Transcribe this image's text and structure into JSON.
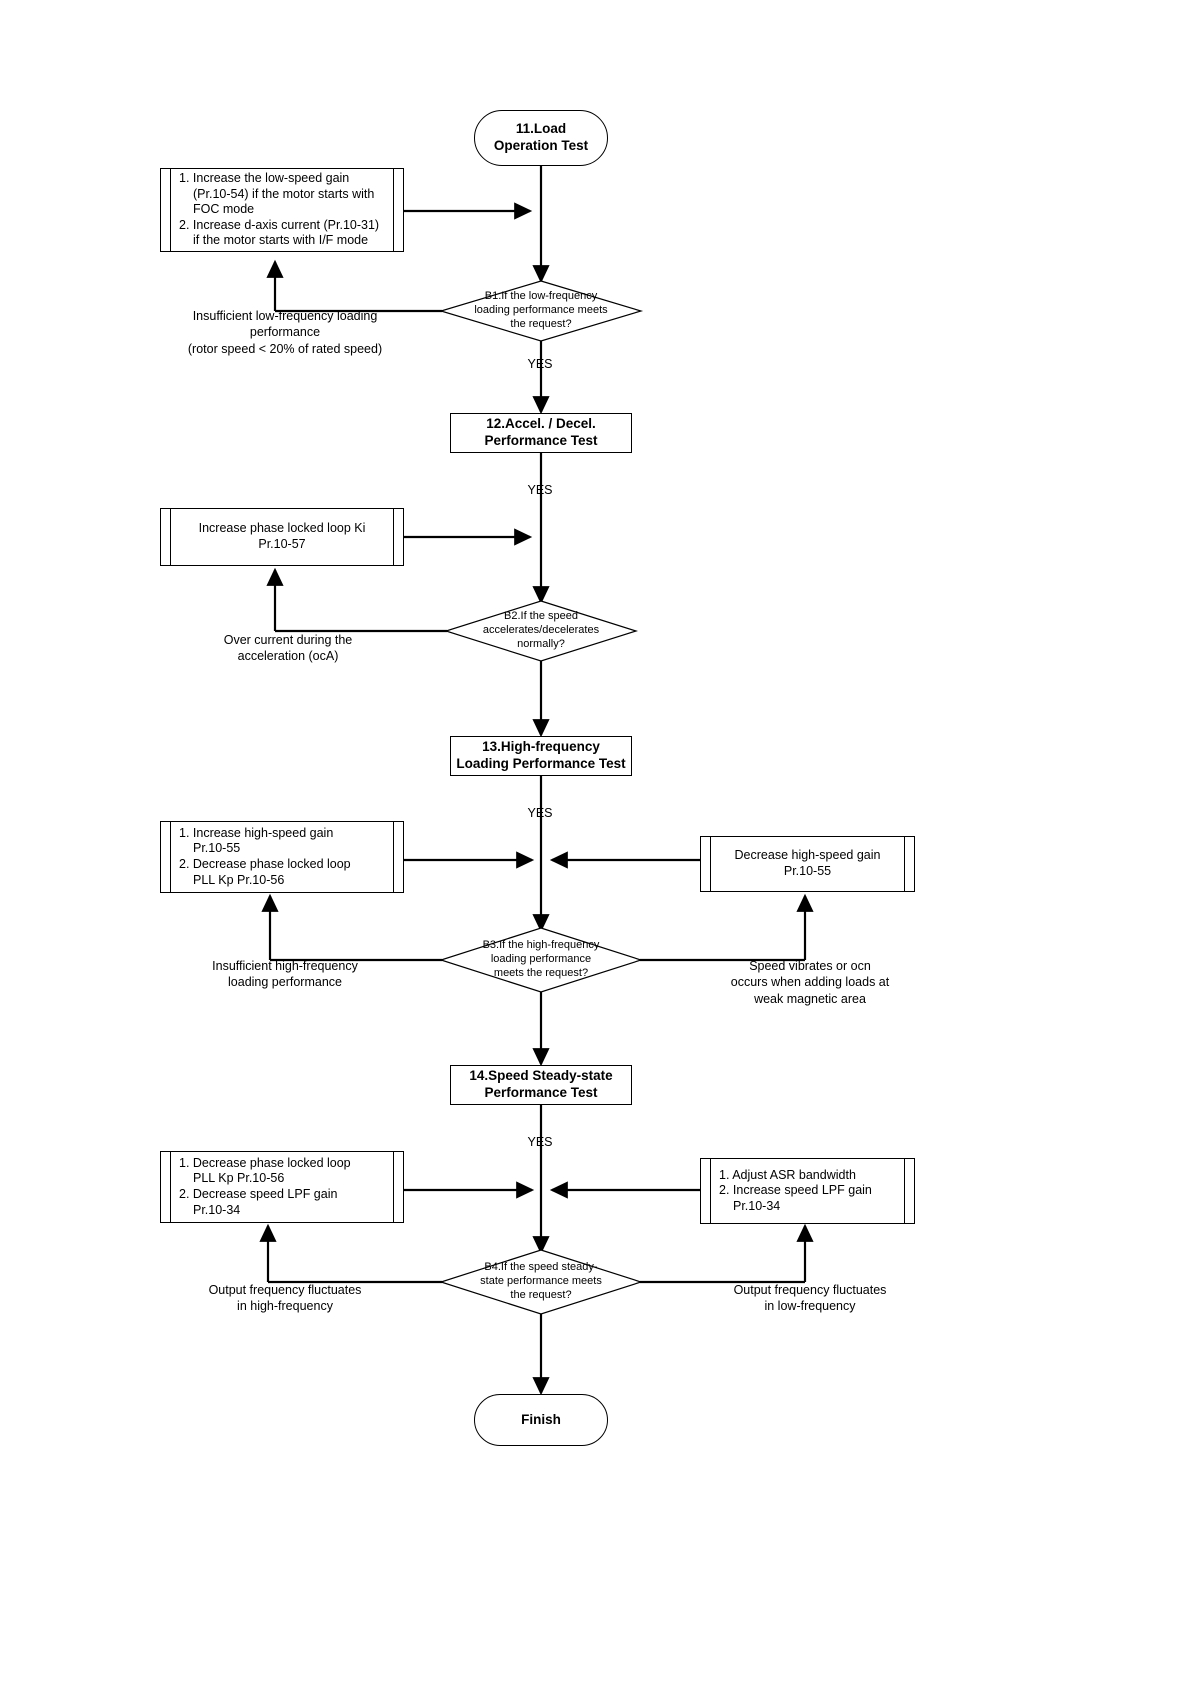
{
  "diagram": {
    "title": "Motor Tuning Flowchart (Load Operation to Finish)",
    "start_label": "11.Load\nOperation Test",
    "finish_label": "Finish"
  },
  "nodes": {
    "start": {
      "name": "start-terminator",
      "line1": "11.Load",
      "line2": "Operation Test"
    },
    "box12": {
      "name": "process-12",
      "line1": "12.Accel. / Decel.",
      "line2": "Performance Test"
    },
    "box13": {
      "name": "process-13",
      "line1": "13.High-frequency",
      "line2": "Loading Performance Test"
    },
    "box14": {
      "name": "process-14",
      "line1": "14.Speed Steady-state",
      "line2": "Performance Test"
    },
    "finish": {
      "name": "finish-terminator",
      "label": "Finish"
    }
  },
  "decisions": {
    "b1": {
      "id": "B1",
      "line1": "B1.If the low-frequency",
      "line2": "loading performance meets",
      "line3": "the request?"
    },
    "b2": {
      "id": "B2",
      "line1": "B2.If the speed",
      "line2": "accelerates/decelerates",
      "line3": "normally?"
    },
    "b3": {
      "id": "B3",
      "line1": "B3.If the high-frequency",
      "line2": "loading performance",
      "line3": "meets the request?"
    },
    "b4": {
      "id": "B4",
      "line1": "B4.If the speed steady-",
      "line2": "state performance meets",
      "line3": "the request?"
    }
  },
  "actions": {
    "a1": {
      "name": "action-low-speed-gain",
      "lines": [
        "1. Increase the low-speed gain",
        "(Pr.10-54) if the motor starts with",
        "FOC mode",
        "2. Increase d-axis current (Pr.10-31)",
        "if the motor starts with I/F mode"
      ],
      "indent": [
        false,
        true,
        true,
        false,
        true
      ]
    },
    "a2": {
      "name": "action-increase-pll-ki",
      "lines": [
        "Increase phase locked loop Ki",
        "Pr.10-57"
      ],
      "indent": [
        false,
        false
      ],
      "centered": true
    },
    "a3": {
      "name": "action-increase-high-speed-gain",
      "lines": [
        "1. Increase high-speed gain",
        "Pr.10-55",
        "2. Decrease phase locked loop",
        "PLL Kp Pr.10-56"
      ],
      "indent": [
        false,
        true,
        false,
        true
      ]
    },
    "a4": {
      "name": "action-decrease-high-speed-gain",
      "lines": [
        "Decrease high-speed gain",
        "Pr.10-55"
      ],
      "indent": [
        false,
        false
      ],
      "centered": true
    },
    "a5": {
      "name": "action-decrease-pll-kp",
      "lines": [
        "1. Decrease phase locked loop",
        "PLL Kp Pr.10-56",
        "2. Decrease speed LPF gain",
        "Pr.10-34"
      ],
      "indent": [
        false,
        true,
        false,
        true
      ]
    },
    "a6": {
      "name": "action-adjust-asr-bandwidth",
      "lines": [
        "1. Adjust ASR bandwidth",
        "2. Increase speed LPF gain",
        "Pr.10-34"
      ],
      "indent": [
        false,
        false,
        true
      ]
    }
  },
  "notes": {
    "n1": {
      "name": "note-insufficient-low-frequency",
      "text": "Insufficient low-frequency loading\nperformance\n(rotor speed < 20% of rated speed)"
    },
    "n2": {
      "name": "note-over-current-oca",
      "text": "Over current during the\nacceleration (ocA)"
    },
    "n3": {
      "name": "note-insufficient-high-frequency",
      "text": "Insufficient high-frequency\nloading performance"
    },
    "n4": {
      "name": "note-speed-vibrates-ocn",
      "text": "Speed vibrates or ocn\noccurs when adding loads at\nweak magnetic area"
    },
    "n5": {
      "name": "note-output-freq-high",
      "text": "Output frequency fluctuates\nin high-frequency"
    },
    "n6": {
      "name": "note-output-freq-low",
      "text": "Output frequency fluctuates\nin low-frequency"
    }
  },
  "yes_labels": {
    "y1": "YES",
    "y2": "YES",
    "y3": "YES",
    "y4": "YES"
  },
  "colors": {
    "stroke": "#000000",
    "background": "#ffffff",
    "text": "#000000"
  }
}
